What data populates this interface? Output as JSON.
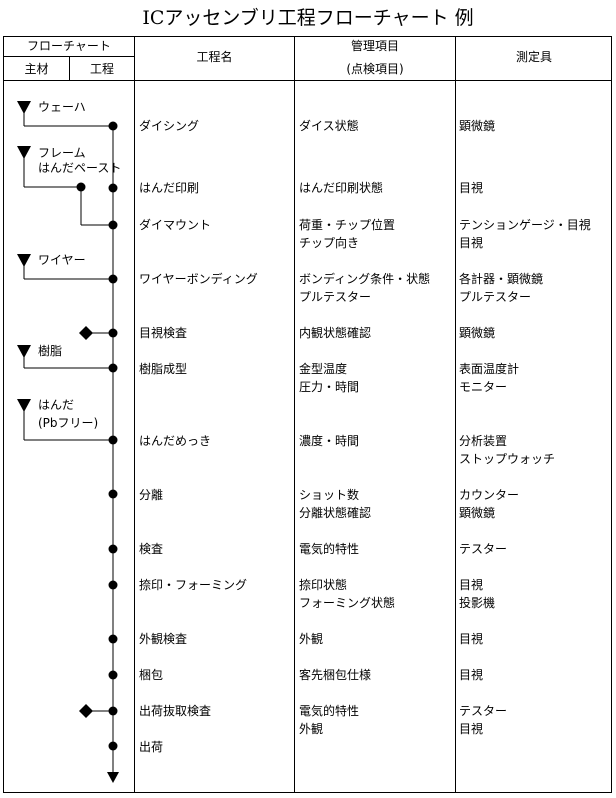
{
  "title": "ICアッセンブリ工程フローチャート 例",
  "header": {
    "flowchart": "フローチャート",
    "main_material": "主材",
    "process": "工程",
    "process_name": "工程名",
    "control_item": "管理項目",
    "control_item_sub": "(点検項目)",
    "instrument": "測定具"
  },
  "materials": [
    {
      "lines": [
        "ウェーハ"
      ]
    },
    {
      "lines": [
        "フレーム",
        "はんだペースト"
      ]
    },
    {
      "lines": [
        "ワイヤー"
      ]
    },
    {
      "lines": [
        "樹脂"
      ]
    },
    {
      "lines": [
        "はんだ",
        "(Pbフリー)"
      ]
    }
  ],
  "rows": [
    {
      "name": "ダイシング",
      "control": [
        "ダイス状態"
      ],
      "instrument": [
        "顕微鏡"
      ]
    },
    {
      "name": "はんだ印刷",
      "control": [
        "はんだ印刷状態"
      ],
      "instrument": [
        "目視"
      ]
    },
    {
      "name": "ダイマウント",
      "control": [
        "荷重・チップ位置",
        "チップ向き"
      ],
      "instrument": [
        "テンションゲージ・目視",
        "目視"
      ]
    },
    {
      "name": "ワイヤーボンディング",
      "control": [
        "ボンディング条件・状態",
        "プルテスター"
      ],
      "instrument": [
        "各計器・顕微鏡",
        "プルテスター"
      ]
    },
    {
      "name": "目視検査",
      "control": [
        "内観状態確認"
      ],
      "instrument": [
        "顕微鏡"
      ]
    },
    {
      "name": "樹脂成型",
      "control": [
        "金型温度",
        "圧力・時間"
      ],
      "instrument": [
        "表面温度計",
        "モニター"
      ]
    },
    {
      "name": "はんだめっき",
      "control": [
        "濃度・時間"
      ],
      "instrument": [
        "分析装置",
        "ストップウォッチ"
      ]
    },
    {
      "name": "分離",
      "control": [
        "ショット数",
        "分離状態確認"
      ],
      "instrument": [
        "カウンター",
        "顕微鏡"
      ]
    },
    {
      "name": "検査",
      "control": [
        "電気的特性"
      ],
      "instrument": [
        "テスター"
      ]
    },
    {
      "name": "捺印・フォーミング",
      "control": [
        "捺印状態",
        "フォーミング状態"
      ],
      "instrument": [
        "目視",
        "投影機"
      ]
    },
    {
      "name": "外観検査",
      "control": [
        "外観"
      ],
      "instrument": [
        "目視"
      ]
    },
    {
      "name": "梱包",
      "control": [
        "客先梱包仕様"
      ],
      "instrument": [
        "目視"
      ]
    },
    {
      "name": "出荷抜取検査",
      "control": [
        "電気的特性",
        "外観"
      ],
      "instrument": [
        "テスター",
        "目視"
      ]
    },
    {
      "name": "出荷",
      "control": [],
      "instrument": []
    }
  ]
}
